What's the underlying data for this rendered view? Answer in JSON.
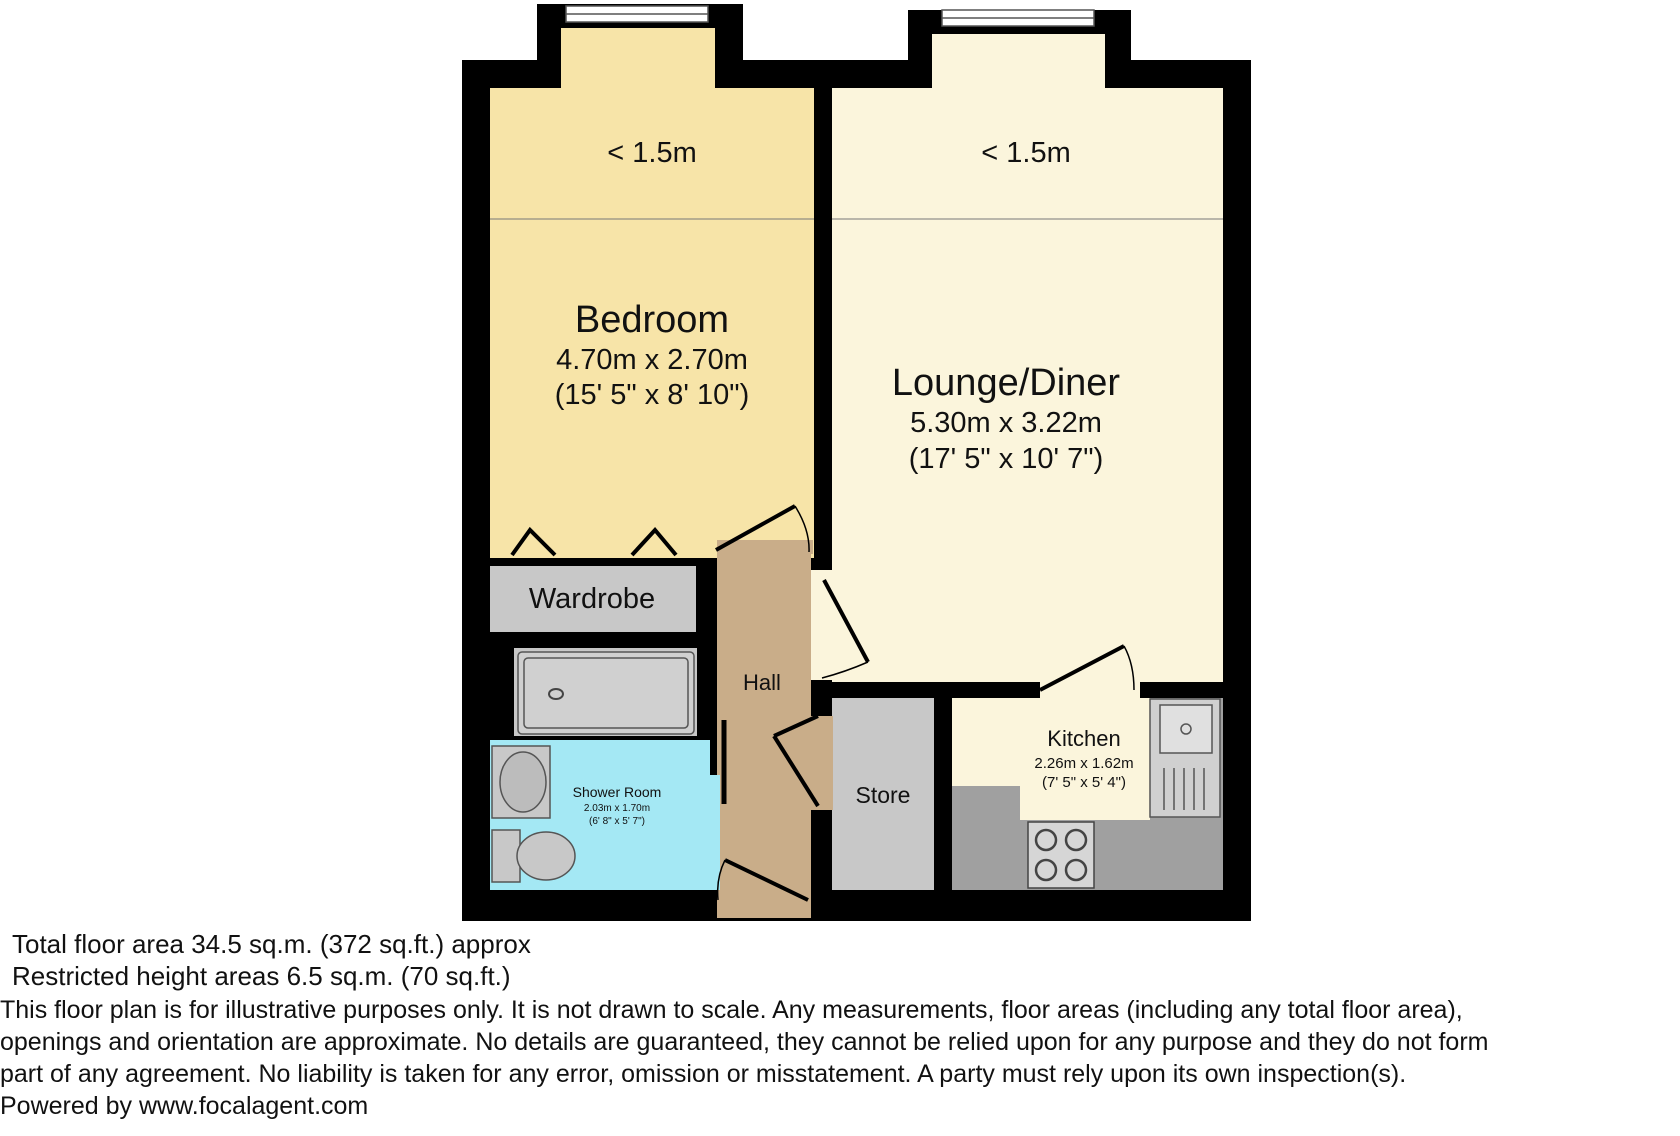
{
  "plan": {
    "rooms": {
      "bedroom_restricted": {
        "label": "< 1.5m"
      },
      "lounge_restricted": {
        "label": "< 1.5m"
      },
      "bedroom": {
        "name": "Bedroom",
        "metric": "4.70m x 2.70m",
        "imperial": "(15' 5\" x 8' 10\")"
      },
      "lounge": {
        "name": "Lounge/Diner",
        "metric": "5.30m x 3.22m",
        "imperial": "(17' 5\" x 10' 7\")"
      },
      "wardrobe": {
        "name": "Wardrobe"
      },
      "hall": {
        "name": "Hall"
      },
      "store": {
        "name": "Store"
      },
      "kitchen": {
        "name": "Kitchen",
        "metric": "2.26m x 1.62m",
        "imperial": "(7' 5\" x 5' 4\")"
      },
      "shower": {
        "name": "Shower Room",
        "metric": "2.03m x 1.70m",
        "imperial": "(6' 8\" x 5' 7\")"
      }
    },
    "colors": {
      "wall": "#000000",
      "bedroom": "#f7e4a8",
      "lounge": "#fbf5dc",
      "hall": "#c9ad89",
      "store": "#c8c8c8",
      "shower": "#a4e8f4",
      "fixture": "#bbbbbb",
      "worktop": "#a0a0a0"
    }
  },
  "footer": {
    "total_area": "Total floor area 34.5 sq.m. (372 sq.ft.) approx",
    "restricted_area": "Restricted height areas 6.5 sq.m. (70 sq.ft.)",
    "disclaimer_1": "This floor plan is for illustrative purposes only. It is not drawn to scale. Any measurements, floor areas (including any total floor area),",
    "disclaimer_2": "openings and orientation are approximate. No details are guaranteed, they cannot be relied upon for any purpose and they do not form",
    "disclaimer_3": "part of any agreement. No liability is taken for any error, omission or misstatement. A party must rely upon its own inspection(s).",
    "powered_by": "Powered by www.focalagent.com"
  }
}
